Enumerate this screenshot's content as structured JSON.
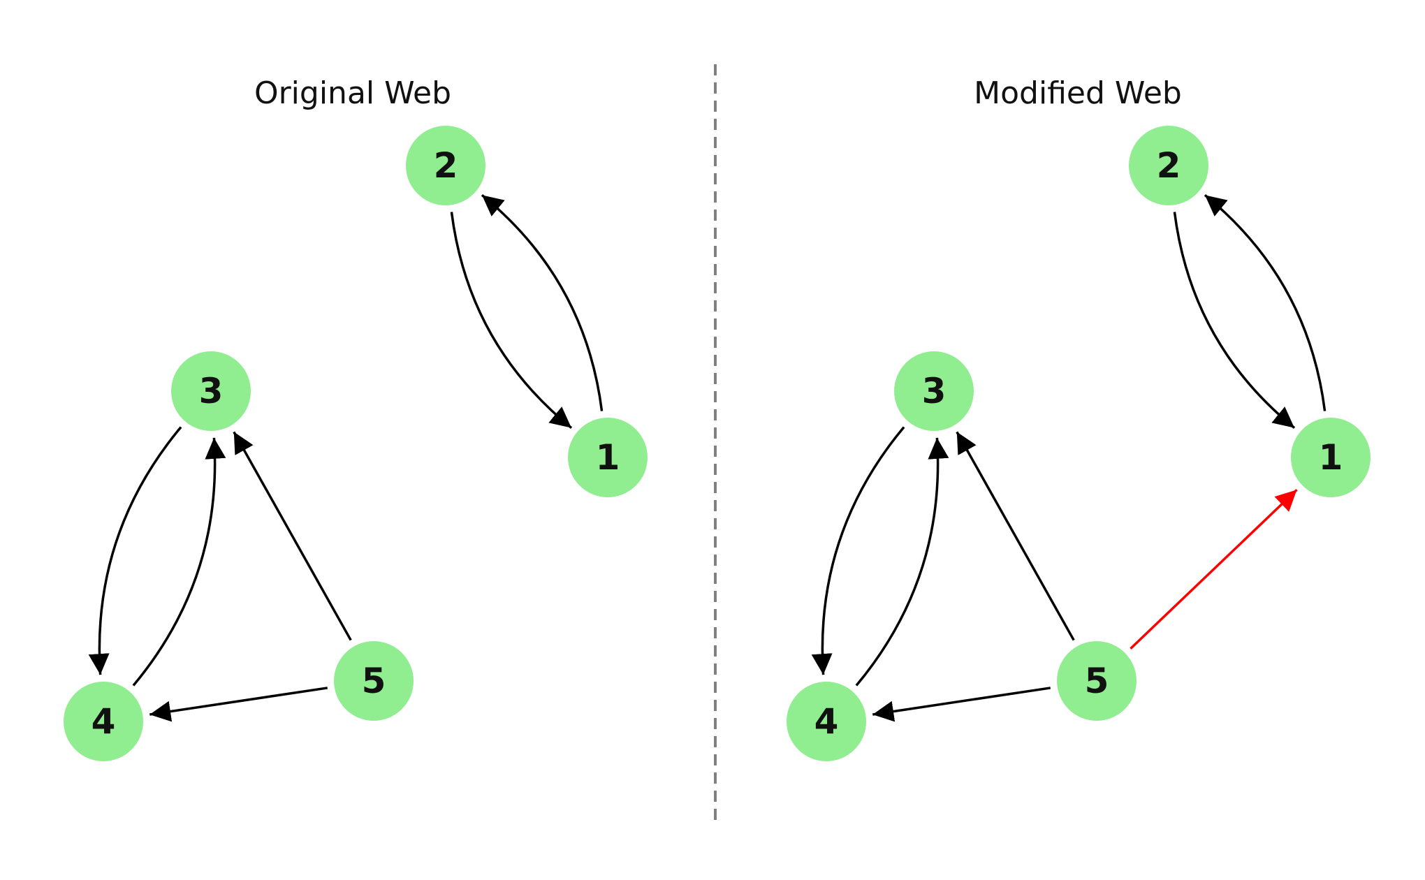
{
  "panels": [
    {
      "id": "original",
      "title": "Original Web",
      "nodes": [
        {
          "id": "1",
          "label": "1"
        },
        {
          "id": "2",
          "label": "2"
        },
        {
          "id": "3",
          "label": "3"
        },
        {
          "id": "4",
          "label": "4"
        },
        {
          "id": "5",
          "label": "5"
        }
      ],
      "edges": [
        {
          "from": "2",
          "to": "1",
          "highlight": false
        },
        {
          "from": "1",
          "to": "2",
          "highlight": false
        },
        {
          "from": "3",
          "to": "4",
          "highlight": false
        },
        {
          "from": "4",
          "to": "3",
          "highlight": false
        },
        {
          "from": "5",
          "to": "3",
          "highlight": false
        },
        {
          "from": "5",
          "to": "4",
          "highlight": false
        }
      ]
    },
    {
      "id": "modified",
      "title": "Modified Web",
      "nodes": [
        {
          "id": "1",
          "label": "1"
        },
        {
          "id": "2",
          "label": "2"
        },
        {
          "id": "3",
          "label": "3"
        },
        {
          "id": "4",
          "label": "4"
        },
        {
          "id": "5",
          "label": "5"
        }
      ],
      "edges": [
        {
          "from": "2",
          "to": "1",
          "highlight": false
        },
        {
          "from": "1",
          "to": "2",
          "highlight": false
        },
        {
          "from": "3",
          "to": "4",
          "highlight": false
        },
        {
          "from": "4",
          "to": "3",
          "highlight": false
        },
        {
          "from": "5",
          "to": "3",
          "highlight": false
        },
        {
          "from": "5",
          "to": "4",
          "highlight": false
        },
        {
          "from": "5",
          "to": "1",
          "highlight": true
        }
      ]
    }
  ],
  "colors": {
    "node_fill": "#90EE90",
    "edge": "#000000",
    "highlight_edge": "#FF0000",
    "divider": "#808080"
  }
}
